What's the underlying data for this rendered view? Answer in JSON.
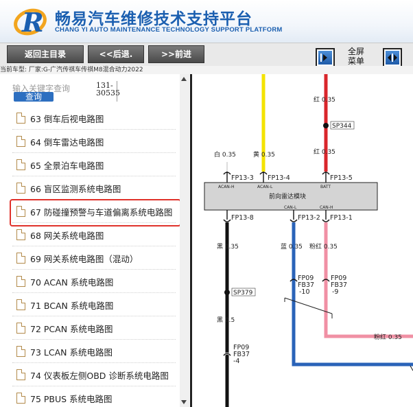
{
  "header": {
    "title": "畅易汽车维修技术支持平台",
    "subtitle": "CHANG YI AUTO MAINTENANCE TECHNOLOGY SUPPORT PLATFORM",
    "brand_color": "#1b5fb0"
  },
  "toolbar": {
    "back_main_label": "返回主目录",
    "back_label": "<<后退.",
    "forward_label": ">>前进",
    "fullscreen_label": "全屏菜单",
    "fullscreen_line1": "全屏",
    "fullscreen_line2": "菜单"
  },
  "car_info": "当前车型:   厂家:G-广汽传祺车传祺M8混合动力2022",
  "search": {
    "placeholder": "输入关键字查询",
    "query_label": "查询",
    "code_line1": "131-",
    "code_line2": "30535"
  },
  "sidebar": {
    "items": [
      {
        "label": "63 倒车后视电路图"
      },
      {
        "label": "64 倒车雷达电路图"
      },
      {
        "label": "65 全景泊车电路图"
      },
      {
        "label": "66 盲区监测系统电路图"
      },
      {
        "label": "67 防碰撞预警与车道偏离系统电路图",
        "selected": true
      },
      {
        "label": "68 网关系统电路图"
      },
      {
        "label": "69 网关系统电路图（混动）"
      },
      {
        "label": "70 ACAN 系统电路图"
      },
      {
        "label": "71 BCAN 系统电路图"
      },
      {
        "label": "72 PCAN 系统电路图"
      },
      {
        "label": "73 LCAN 系统电路图"
      },
      {
        "label": "74 仪表板左侧OBD 诊断系统电路图"
      },
      {
        "label": "75 PBUS 系统电路图"
      }
    ],
    "highlight_color": "#e0312a"
  },
  "diagram": {
    "module_label": "前向雷达模块",
    "wire_labels": {
      "red_top": "红  0.35",
      "sp344": "SP344",
      "red_mid": "红  0.35",
      "white": "白  0.35",
      "yellow": "黄  0.35",
      "black1": "黑  0.35",
      "blue": "蓝  0.35",
      "pink": "粉红  0.35",
      "sp379": "SP379",
      "black2": "黑  0.5",
      "pink_bottom": "粉红  0.35"
    },
    "connectors": {
      "fp13_3": "FP13-3",
      "fp13_4": "FP13-4",
      "fp13_5": "FP13-5",
      "fp13_8": "FP13-8",
      "fp13_2": "FP13-2",
      "fp13_1": "FP13-1",
      "fp09_l": "FP09",
      "fb37_l": "FB37",
      "n10": "-10",
      "fp09_r": "FP09",
      "fb37_r": "FB37",
      "n9": "-9",
      "fp09_b": "FP09",
      "fb37_b": "FB37",
      "n4": "-4"
    },
    "pins": {
      "acan_h": "ACAN-H",
      "acan_l": "ACAN-L",
      "batt": "BATT",
      "can_l": "CAN-L",
      "can_h": "CAN-H"
    },
    "colors": {
      "red": "#d9262b",
      "yellow": "#f4e300",
      "black": "#111111",
      "blue": "#2a63b8",
      "pink": "#f090a4",
      "module_fill": "#d4d4d4"
    }
  }
}
